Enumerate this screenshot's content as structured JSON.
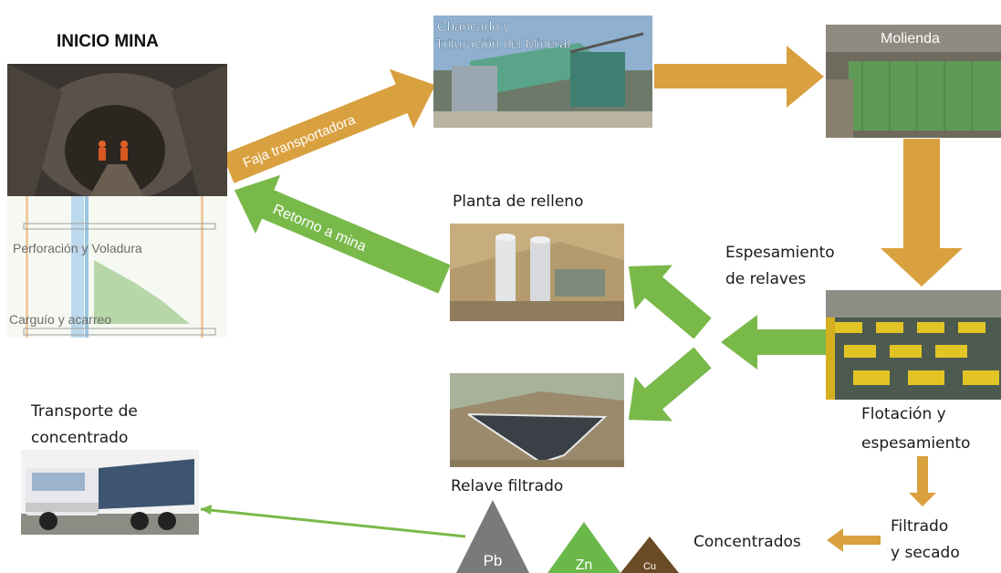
{
  "title": "INICIO MINA",
  "labels": {
    "faja": "Faja transportadora",
    "retorno": "Retorno a mina",
    "chancado_line1": "Chancado y",
    "chancado_line2": "Trituración del Mineral",
    "molienda": "Molienda",
    "perforacion": "Perforación y Voladura",
    "carguio": "Carguío y acarreo",
    "planta": "Planta de relleno",
    "espesamiento_line1": "Espesamiento",
    "espesamiento_line2": "de relaves",
    "flotacion_line1": "Flotación y",
    "flotacion_line2": "espesamiento",
    "transporte_line1": "Transporte de",
    "transporte_line2": "concentrado",
    "relave": "Relave filtrado",
    "concentrados": "Concentrados",
    "filtrado_line1": "Filtrado",
    "filtrado_line2": "y secado"
  },
  "concentrates": [
    "Pb",
    "Zn",
    "Cu"
  ],
  "colors": {
    "orange_arrow": "#d9a03f",
    "green_arrow": "#79b94a",
    "pb": "#7a7a7a",
    "zn": "#6bb84a",
    "cu": "#6b4a26"
  }
}
